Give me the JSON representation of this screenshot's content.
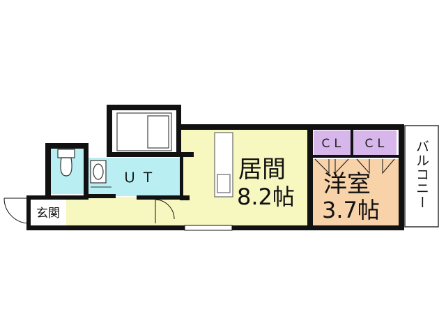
{
  "rooms": {
    "living": {
      "name": "居間",
      "size": "8.2帖"
    },
    "western": {
      "name": "洋室",
      "size": "3.7帖"
    },
    "unit_bath": {
      "name": "ＵＴ"
    },
    "closet_1": {
      "name": "ＣＬ"
    },
    "closet_2": {
      "name": "ＣＬ"
    },
    "entrance": {
      "name": "玄関"
    },
    "balcony": {
      "name": "バルコニー"
    }
  },
  "colors": {
    "living": "#f7f7c0",
    "western": "#f8d2a8",
    "wet_area": "#b9eef3",
    "closet": "#d7b6ec",
    "entrance": "#ffffff",
    "wall": "#111111"
  }
}
